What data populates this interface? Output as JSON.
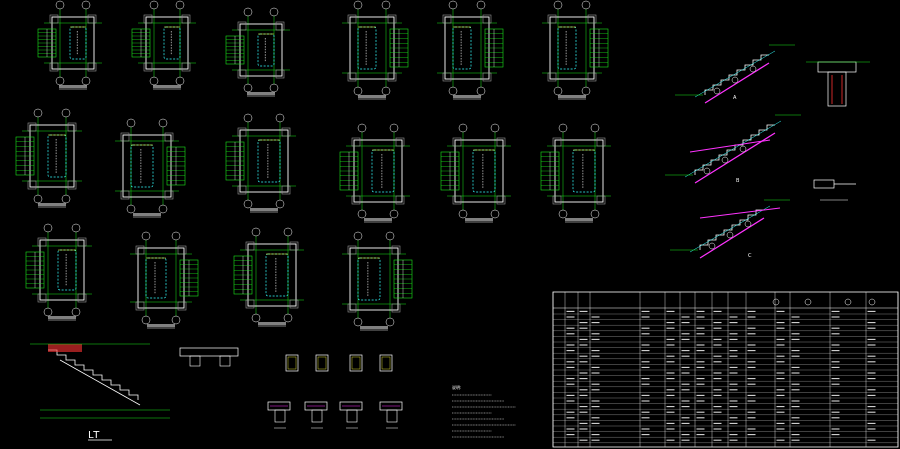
{
  "drawing": {
    "background": "#000000",
    "colors": {
      "green": "#19e619",
      "white": "#ffffff",
      "yellow": "#ffff33",
      "cyan": "#33ffff",
      "magenta": "#ff33ff",
      "red": "#ff3333",
      "gray": "#9a9a9a",
      "blue": "#3366ff"
    },
    "stair_section_label": "LT",
    "detail_labels": [
      "A",
      "B",
      "C"
    ],
    "notes_heading": "说明:"
  }
}
